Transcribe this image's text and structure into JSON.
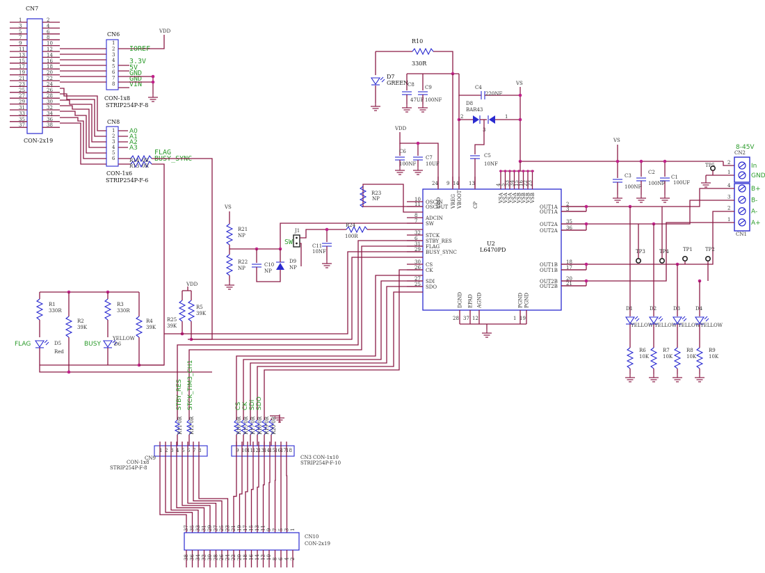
{
  "colors": {
    "wire": "#8a1a45",
    "component": "#2a2ad0",
    "net_label": "#2a9a2a",
    "junction": "#c0208a",
    "text": "#111111"
  },
  "ic": {
    "ref": "U2",
    "part": "L6470PD",
    "left_pins": [
      [
        "10",
        "OSCIN"
      ],
      [
        "11",
        "OSCOUT"
      ],
      [
        "8",
        "ADCIN"
      ],
      [
        "7",
        "SW"
      ],
      [
        "32",
        "STCK"
      ],
      [
        "6",
        "STBY_RES"
      ],
      [
        "31",
        "FLAG"
      ],
      [
        "29",
        "BUSY_SYNC"
      ],
      [
        "30",
        "CS"
      ],
      [
        "26",
        "CK"
      ],
      [
        "27",
        "SDI"
      ],
      [
        "25",
        "SDO"
      ]
    ],
    "right_pins": [
      [
        "2",
        "OUT1A"
      ],
      [
        "3",
        "OUT1A"
      ],
      [
        "35",
        "OUT2A"
      ],
      [
        "36",
        "OUT2A"
      ],
      [
        "18",
        "OUT1B"
      ],
      [
        "17",
        "OUT1B"
      ],
      [
        "20",
        "OUT2B"
      ],
      [
        "21",
        "OUT2B"
      ]
    ],
    "top_pins": [
      [
        "24",
        "VDD"
      ],
      [
        "9",
        "VREG"
      ],
      [
        "14",
        "VBOOT"
      ],
      [
        "13",
        "CP"
      ]
    ],
    "top_vs": [
      "VSA",
      "VSA",
      "VSA",
      "VSA",
      "VSB",
      "VSB",
      "VSB",
      "VSB"
    ],
    "top_vs_nums": [
      "4",
      "5",
      "33",
      "34",
      "15",
      "16",
      "22",
      "23"
    ],
    "bottom_pins": [
      [
        "28",
        "DGND"
      ],
      [
        "37",
        "EPAD"
      ],
      [
        "12",
        "AGND"
      ],
      [
        "1",
        "PGND"
      ],
      [
        "19",
        "PGND"
      ]
    ]
  },
  "cn7": {
    "ref": "CN7",
    "part": "CON-2x19",
    "left": [
      "1",
      "3",
      "5",
      "7",
      "9",
      "11",
      "13",
      "15",
      "17",
      "19",
      "21",
      "23",
      "25",
      "27",
      "29",
      "31",
      "33",
      "35",
      "37"
    ],
    "right": [
      "2",
      "4",
      "6",
      "8",
      "10",
      "12",
      "14",
      "16",
      "18",
      "20",
      "22",
      "24",
      "26",
      "28",
      "30",
      "32",
      "34",
      "36",
      "38"
    ]
  },
  "cn6": {
    "ref": "CN6",
    "part": "CON-1x8",
    "fp": "STRIP254P-F-8",
    "nets": [
      "IOREF",
      "3.3V",
      "5V",
      "GND",
      "GND",
      "VIN"
    ],
    "vdd": "VDD"
  },
  "cn8": {
    "ref": "CN8",
    "part": "CON-1x6",
    "fp": "STRIP254P-F-6",
    "nets": [
      "A0",
      "A1",
      "A2",
      "A3",
      "FLAG",
      "BUSY_SYNC"
    ]
  },
  "r_small": {
    "r14": "R14",
    "r14v": "0R",
    "r13": "R13",
    "r13v": "0R"
  },
  "top": {
    "r10": "R10",
    "r10v": "330R",
    "d7": "D7",
    "d7v": "GREEN",
    "c8": "C8",
    "c8v": "47UF",
    "c9": "C9",
    "c9v": "100NF",
    "c4": "C4",
    "c4v": "220NF",
    "d8": "D8",
    "d8v": "BAR43",
    "vs": "VS",
    "c6": "C6",
    "c6v": "100NF",
    "c7": "C7",
    "c7v": "10UF",
    "vdd": "VDD",
    "c5": "C5",
    "c5v": "10NF",
    "r23": "R23",
    "r23v": "NP",
    "pin3": "3",
    "pin1": "1",
    "pin2": "2"
  },
  "adc": {
    "vs": "VS",
    "r21": "R21",
    "r21v": "NP",
    "r22": "R22",
    "r22v": "NP",
    "c10": "C10",
    "c10v": "NP",
    "d9": "D9",
    "d9v": "NP",
    "j1": "J1",
    "sw": "SW",
    "r24": "R24",
    "r24v": "100R",
    "c11": "C11",
    "c11v": "10NF"
  },
  "supply": {
    "range": "8-45V",
    "vs": "VS",
    "c3": "C3",
    "c3v": "100NF",
    "c2": "C2",
    "c2v": "100NF",
    "c1": "C1",
    "c1v": "100UF",
    "tp5": "TP5",
    "cn2": "CN2",
    "cn1": "CN1",
    "cn2_pins": [
      [
        "2",
        "In"
      ],
      [
        "1",
        "GND"
      ]
    ],
    "cn1_pins": [
      [
        "4",
        "B+"
      ],
      [
        "3",
        "B-"
      ],
      [
        "2",
        "A-"
      ],
      [
        "1",
        "A+"
      ]
    ]
  },
  "tps": [
    "TP3",
    "TP4",
    "TP1",
    "TP2"
  ],
  "outleds": [
    {
      "d": "D1",
      "r": "R6",
      "rv": "10K"
    },
    {
      "d": "D2",
      "r": "R7",
      "rv": "10K"
    },
    {
      "d": "D3",
      "r": "R8",
      "rv": "10K"
    },
    {
      "d": "D4",
      "r": "R9",
      "rv": "10K"
    }
  ],
  "led_color": "YELLOW",
  "status": {
    "r1": "R1",
    "r1v": "330R",
    "r2": "R2",
    "r2v": "39K",
    "d5": "D5",
    "d5v": "Red",
    "flag": "FLAG",
    "r3": "R3",
    "r3v": "330R",
    "r4": "R4",
    "r4v": "39K",
    "d6": "D6",
    "d6v": "YELLOW",
    "busy": "BUSY",
    "vdd": "VDD",
    "r25": "R25",
    "r25v": "39K",
    "r5": "R5",
    "r5v": "39K"
  },
  "bottom": {
    "stby": "STBY_RES",
    "stck": "STCK_TIM3_CH1",
    "cs": "CS",
    "ck": "CK",
    "sdi": "SDI",
    "sdo": "SDO",
    "cn9": "CN9",
    "cn9p": "CON-1x8",
    "cn9f": "STRIP254P-F-8",
    "cn3": "CN3",
    "cn3p": "CON-1x10",
    "cn3f": "STRIP254P-F-10",
    "cn10": "CN10",
    "cn10p": "CON-2x19",
    "r11": "R11 0R",
    "r12": "R12 0R",
    "r16": "R16 0R",
    "r15": "R15 0R",
    "r17": "R17 0R",
    "r18": "R18 0R",
    "r19": "R19 0R",
    "r20": "R20 0R"
  }
}
